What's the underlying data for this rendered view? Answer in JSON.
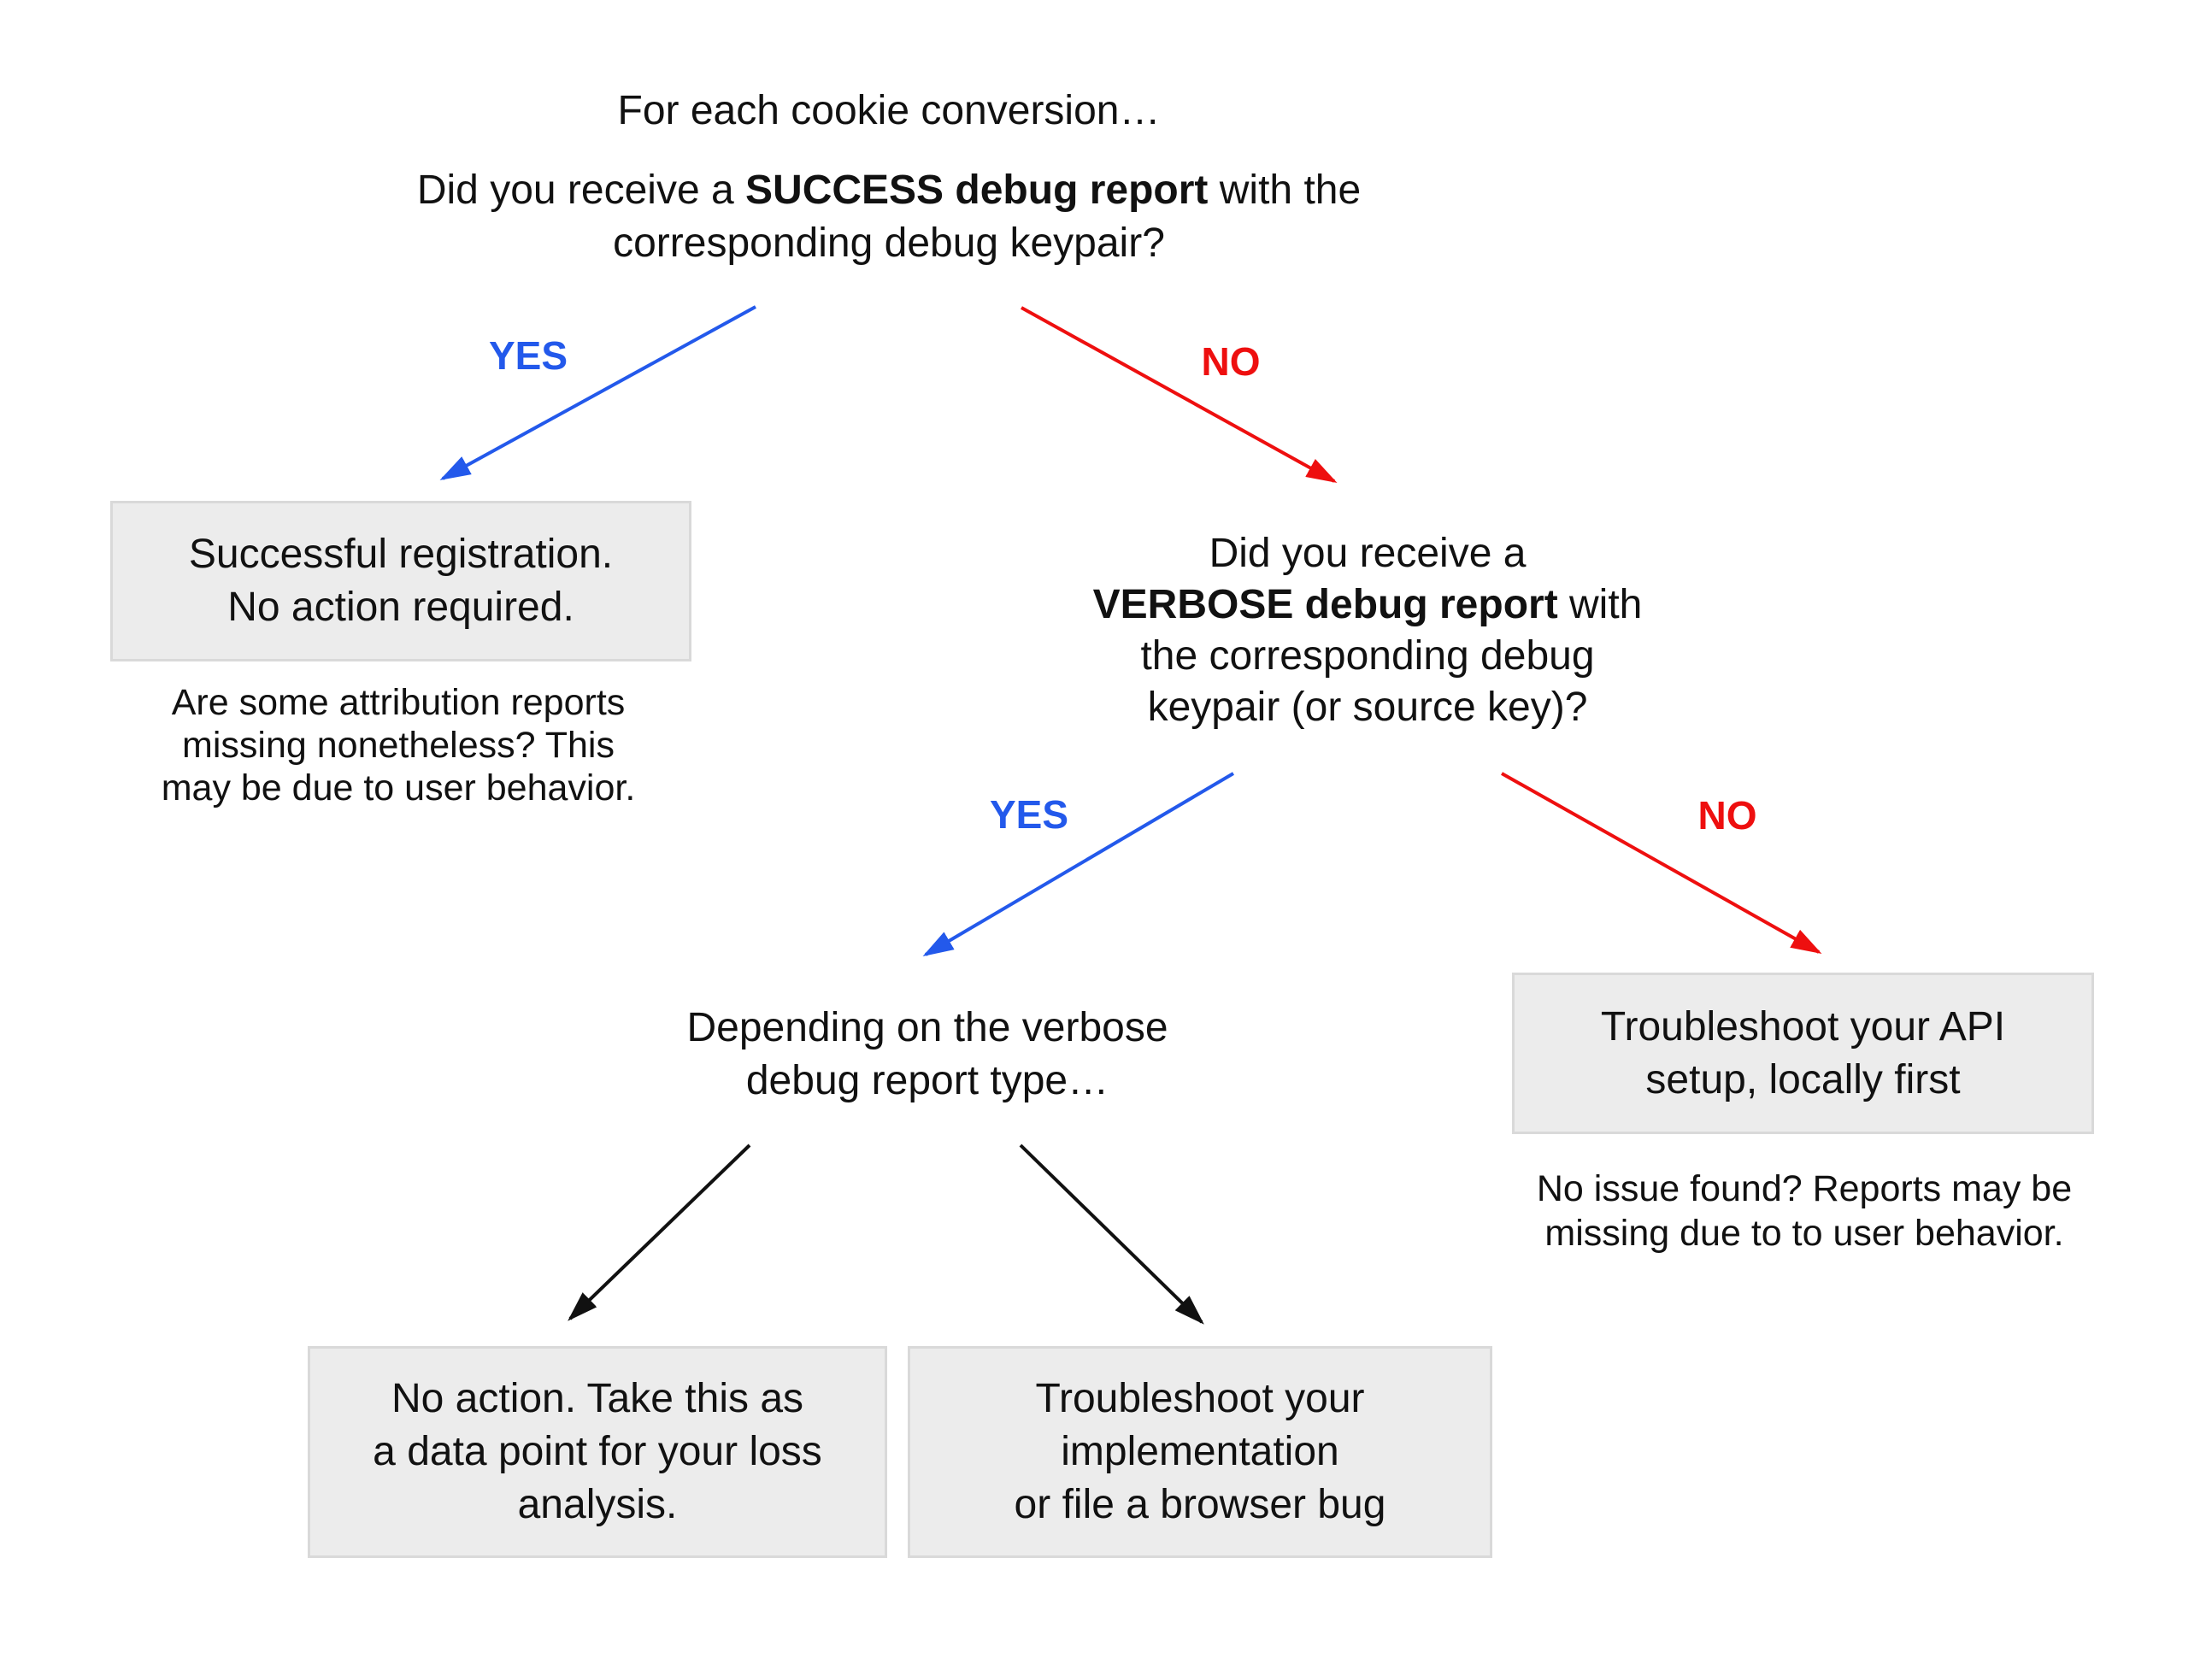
{
  "colors": {
    "yes_blue": "#2359EB",
    "no_red": "#EE0F0F",
    "box_fill": "#ECECEC",
    "box_border": "#D9D9D9",
    "ink": "#111111"
  },
  "title": "For each cookie conversion…",
  "q1": {
    "l1_pre": "Did you receive a ",
    "l1_bold": "SUCCESS debug report",
    "l1_post": " with the",
    "l2": "corresponding debug keypair?"
  },
  "q2": {
    "l1": "Did you receive a",
    "l2_bold": "VERBOSE debug report",
    "l2_post": " with",
    "l3": "the corresponding debug",
    "l4": "keypair (or source key)?"
  },
  "edges": {
    "yes1": "YES",
    "no1": "NO",
    "yes2": "YES",
    "no2": "NO"
  },
  "depending": {
    "lines": [
      "Depending on the verbose",
      "debug report type…"
    ]
  },
  "boxes": {
    "success": {
      "lines": [
        "Successful registration.",
        "No action required."
      ]
    },
    "api": {
      "lines": [
        "Troubleshoot your API",
        "setup, locally first"
      ]
    },
    "no_action": {
      "lines": [
        "No action. Take this as",
        "a data point for your loss",
        "analysis."
      ]
    },
    "impl": {
      "lines": [
        "Troubleshoot your",
        "implementation",
        "or file a browser bug"
      ]
    }
  },
  "notes": {
    "attribution": {
      "lines": [
        "Are some attribution reports",
        "missing nonetheless? This",
        "may be due to user behavior."
      ]
    },
    "no_issue": {
      "lines": [
        "No issue found? Reports may be",
        "missing due to to user behavior."
      ]
    }
  }
}
